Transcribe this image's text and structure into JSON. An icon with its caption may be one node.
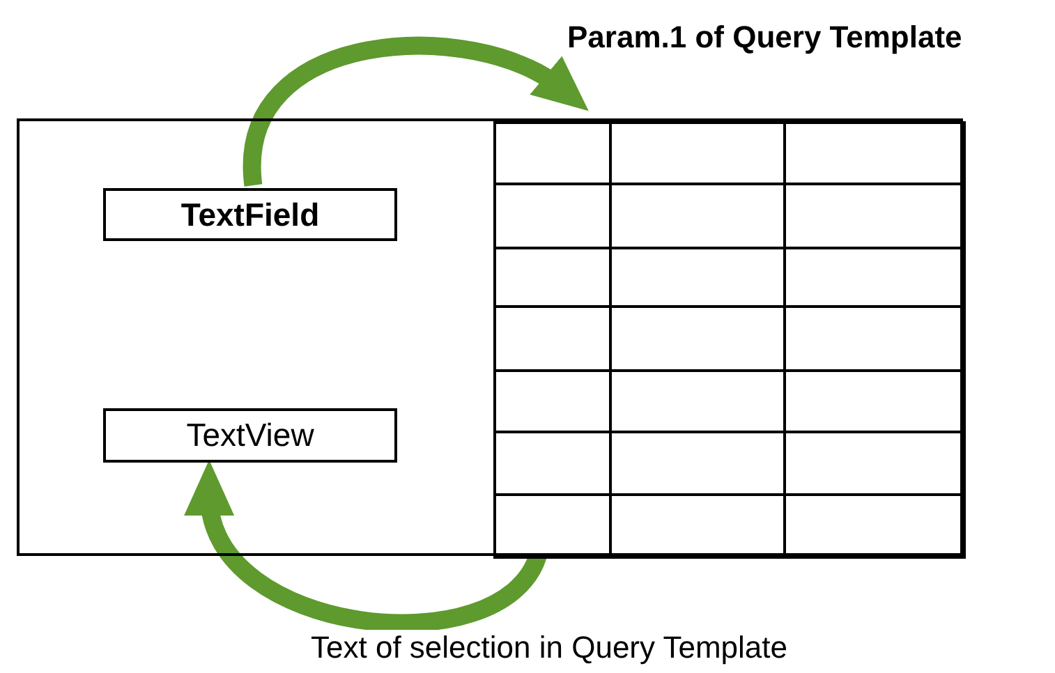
{
  "diagram": {
    "nodes": [
      {
        "text": [],
        "shape": "box"
      },
      {
        "text": [
          "TextField"
        ],
        "in": 0
      },
      {
        "text": [
          "TextView"
        ],
        "in": 0
      },
      {
        "text": [],
        "shape": "table",
        "in": 0
      }
    ],
    "edges": [
      {
        "from": 1,
        "to": 3,
        "arrow": "to",
        "label": "Param.1 of Query Template"
      },
      {
        "from": 3,
        "to": 2,
        "arrow": "to",
        "label": "Text of selection in Query Template"
      }
    ]
  }
}
